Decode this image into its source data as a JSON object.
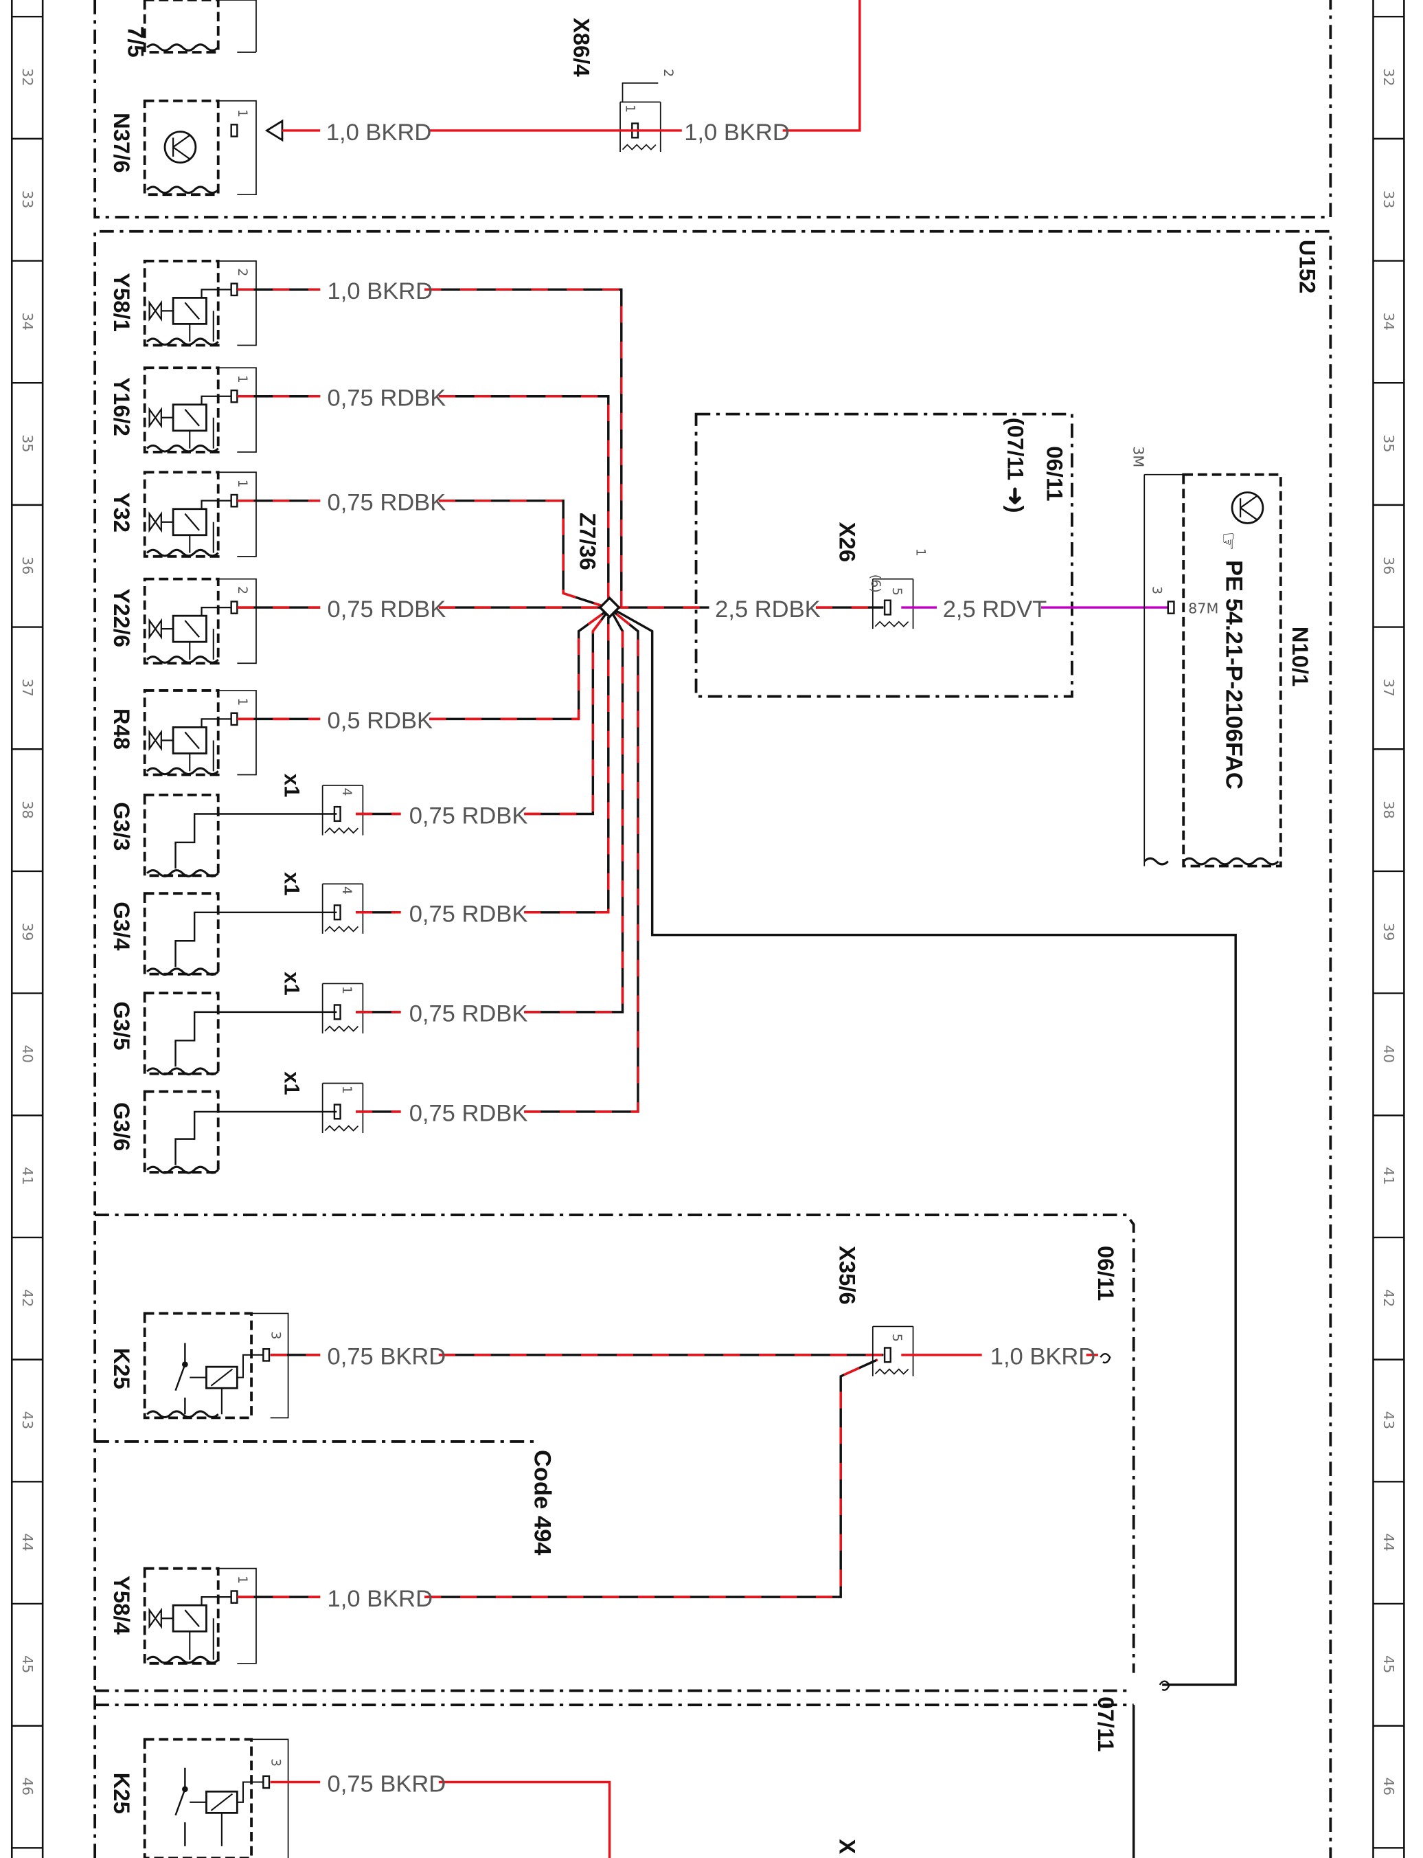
{
  "colors": {
    "wire_red": "#e8141c",
    "wire_black": "#111111",
    "wire_violet": "#c000c0",
    "frame": "#111111"
  },
  "ruler": {
    "rows": [
      "32",
      "33",
      "34",
      "35",
      "36",
      "37",
      "38",
      "39",
      "40",
      "41",
      "42",
      "43",
      "44",
      "45",
      "46"
    ]
  },
  "top_partial": {
    "component": "7/5"
  },
  "n37_6": {
    "name": "N37/6",
    "pin": "1",
    "wire": "1,0 BKRD"
  },
  "x86_4": {
    "name": "X86/4",
    "pin_top": "2",
    "pin": "1",
    "wire": "1,0 BKRD"
  },
  "u152": {
    "name": "U152"
  },
  "y58_1": {
    "name": "Y58/1",
    "pin": "2",
    "wire": "1,0 BKRD"
  },
  "y16_2": {
    "name": "Y16/2",
    "pin": "1",
    "wire": "0,75 RDBK"
  },
  "y32": {
    "name": "Y32",
    "pin": "1",
    "wire": "0,75 RDBK"
  },
  "y22_6": {
    "name": "Y22/6",
    "pin": "2",
    "wire": "0,75 RDBK"
  },
  "r48": {
    "name": "R48",
    "pin": "1",
    "wire": "0,5 RDBK"
  },
  "g3_3": {
    "name": "G3/3",
    "connector": "x1",
    "pin": "4",
    "wire": "0,75 RDBK"
  },
  "g3_4": {
    "name": "G3/4",
    "connector": "x1",
    "pin": "4",
    "wire": "0,75 RDBK"
  },
  "g3_5": {
    "name": "G3/5",
    "connector": "x1",
    "pin": "1",
    "wire": "0,75 RDBK"
  },
  "g3_6": {
    "name": "G3/6",
    "connector": "x1",
    "pin": "1",
    "wire": "0,75 RDBK"
  },
  "z7_36": {
    "name": "Z7/36"
  },
  "x26": {
    "name": "X26",
    "pin_top": "1",
    "pin": "5",
    "pin_alt": "(6)",
    "wire_in": "2,5 RDBK",
    "wire_out": "2,5 RDVT",
    "ref_a": "06/11",
    "ref_b": "(07/11 ➜)"
  },
  "n10_1": {
    "name": "N10/1",
    "pin": "3",
    "pin_label": "87M",
    "module_label": "3M",
    "doc_ref": "PE 54.21-P-2106FAC"
  },
  "x35_6": {
    "name": "X35/6",
    "pin": "5",
    "wire_out": "1,0 BKRD",
    "ref": "06/11"
  },
  "k25_a": {
    "name": "K25",
    "pin": "3",
    "wire": "0,75 BKRD"
  },
  "code_494": {
    "label": "Code 494"
  },
  "y58_4": {
    "name": "Y58/4",
    "pin": "1",
    "wire": "1,0 BKRD"
  },
  "ref_0711": {
    "label": "07/11"
  },
  "k25_b": {
    "name": "K25",
    "pin": "3",
    "wire": "0,75 BKRD"
  },
  "bottom_partial": {
    "label": "X"
  }
}
